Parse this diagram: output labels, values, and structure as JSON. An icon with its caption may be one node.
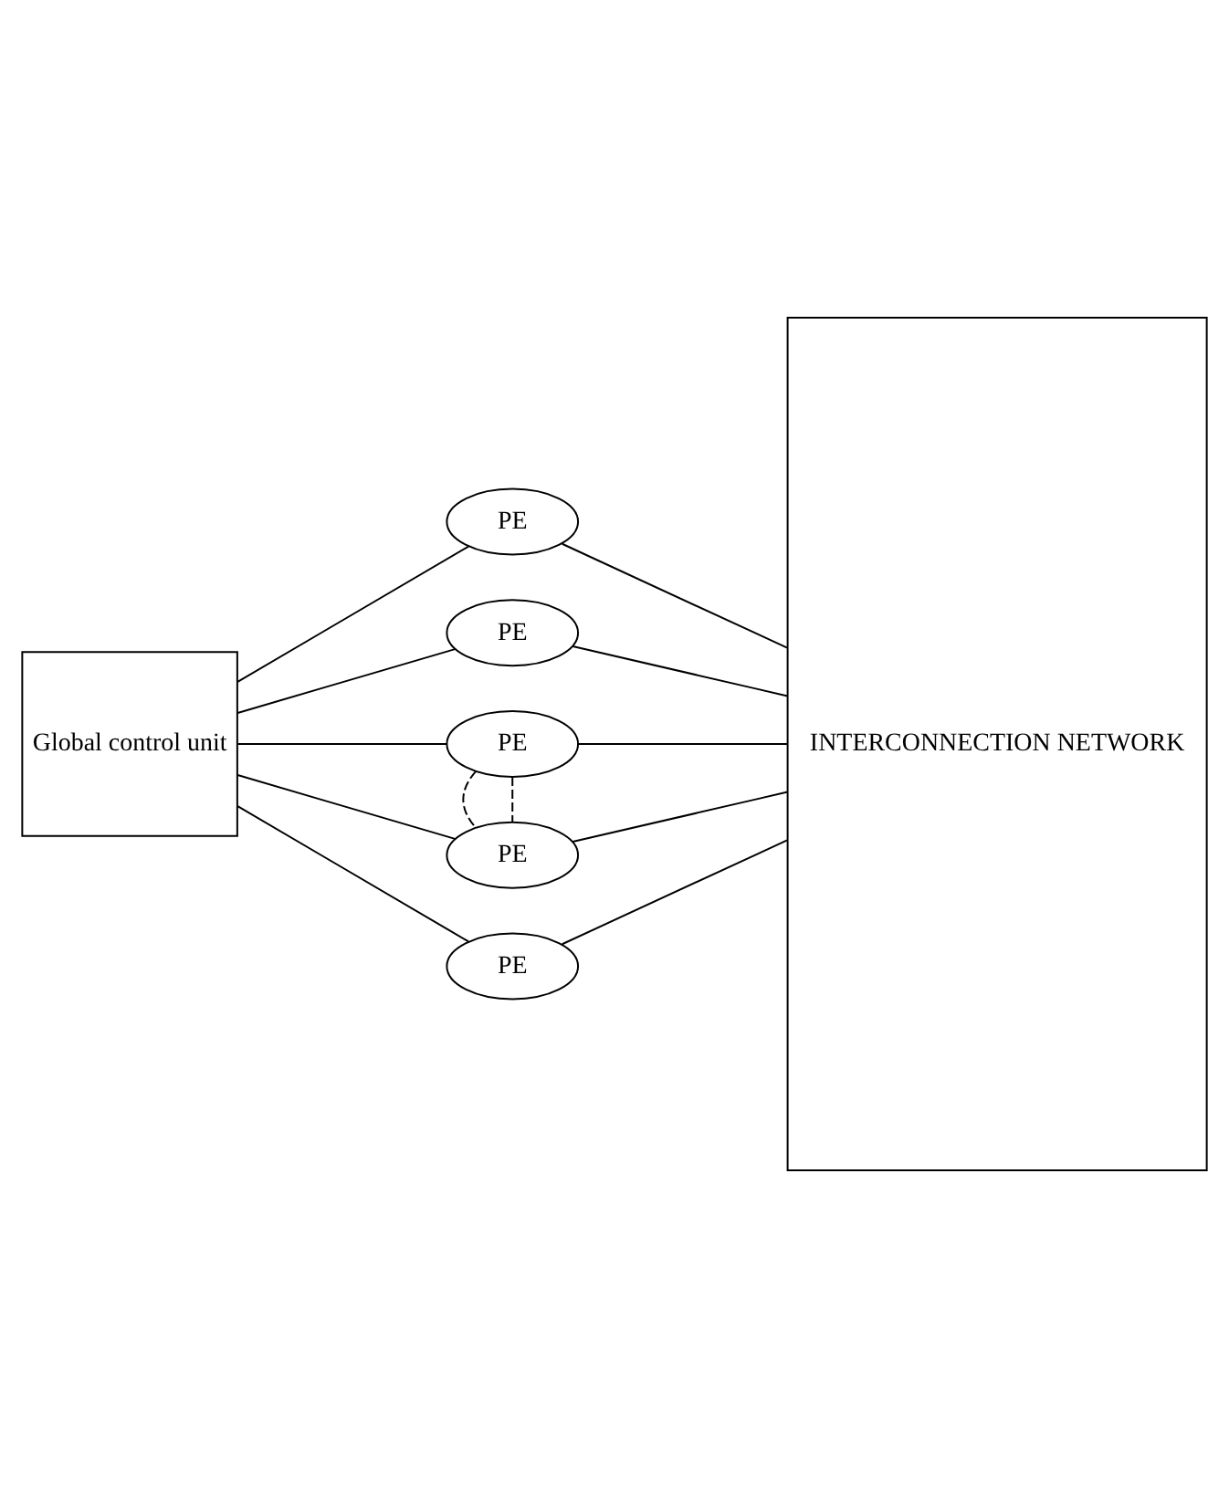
{
  "diagram": {
    "nodes": [
      {
        "text": [
          "Global control unit"
        ]
      },
      {
        "text": [
          "PE"
        ]
      },
      {
        "text": [
          "PE"
        ]
      },
      {
        "text": [
          "PE"
        ]
      },
      {
        "text": [
          "PE"
        ]
      },
      {
        "text": [
          "PE"
        ]
      },
      {
        "text": [
          "INTERCONNECTION NETWORK"
        ]
      }
    ],
    "edges": [
      {
        "from": 0,
        "to": 1,
        "arrow": "none"
      },
      {
        "from": 0,
        "to": 2,
        "arrow": "none"
      },
      {
        "from": 0,
        "to": 3,
        "arrow": "none"
      },
      {
        "from": 0,
        "to": 4,
        "arrow": "none"
      },
      {
        "from": 0,
        "to": 5,
        "arrow": "none"
      },
      {
        "from": 1,
        "to": 6,
        "arrow": "none"
      },
      {
        "from": 2,
        "to": 6,
        "arrow": "none"
      },
      {
        "from": 3,
        "to": 6,
        "arrow": "none"
      },
      {
        "from": 4,
        "to": 6,
        "arrow": "none"
      },
      {
        "from": 5,
        "to": 6,
        "arrow": "none"
      },
      {
        "from": 3,
        "to": 4,
        "arrow": "none",
        "style": "dashed"
      },
      {
        "from": 3,
        "to": 4,
        "arrow": "none",
        "style": "dashed"
      }
    ]
  }
}
